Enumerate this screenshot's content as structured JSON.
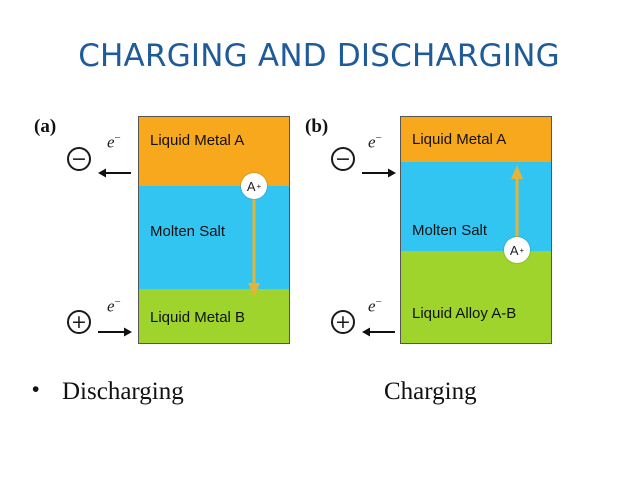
{
  "slide": {
    "title": "CHARGING AND DISCHARGING"
  },
  "panels": [
    {
      "label": "(a)",
      "top_layer": "Liquid Metal A",
      "middle_layer": "Molten Salt",
      "bottom_layer": "Liquid Metal B",
      "ion": "A",
      "ion_charge": "+",
      "electron": "e",
      "electron_charge": "−",
      "neg_terminal": "−",
      "pos_terminal": "+",
      "caption": "Discharging",
      "ion_direction": "down",
      "colors": {
        "top": "#f7a81c",
        "middle": "#33c5f2",
        "bottom": "#9ed42c",
        "arrow": "#e4b33a"
      }
    },
    {
      "label": "(b)",
      "top_layer": "Liquid Metal A",
      "middle_layer": "Molten Salt",
      "bottom_layer": "Liquid Alloy A-B",
      "ion": "A",
      "ion_charge": "+",
      "electron": "e",
      "electron_charge": "−",
      "neg_terminal": "−",
      "pos_terminal": "+",
      "caption": "Charging",
      "ion_direction": "up",
      "colors": {
        "top": "#f7a81c",
        "middle": "#33c5f2",
        "bottom": "#9ed42c",
        "arrow": "#e4b33a"
      }
    }
  ],
  "bullet_glyph": "•"
}
